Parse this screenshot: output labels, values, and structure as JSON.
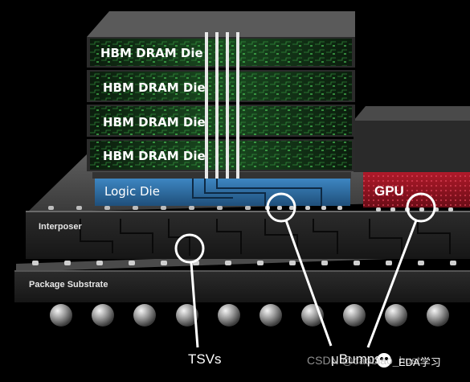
{
  "dies": [
    {
      "label": "HBM DRAM Die"
    },
    {
      "label": "HBM DRAM Die"
    },
    {
      "label": "HBM DRAM Die"
    },
    {
      "label": "HBM DRAM Die"
    }
  ],
  "logic_die": {
    "label": "Logic Die"
  },
  "gpu": {
    "label": "GPU"
  },
  "interposer": {
    "label": "Interposer"
  },
  "substrate": {
    "label": "Package Substrate"
  },
  "callouts": {
    "tsvs": "TSVs",
    "ubumps": "μBumps"
  },
  "watermark": {
    "csdn": "CSDN @caobiao_hust",
    "account": "EDA学习"
  },
  "colors": {
    "background": "#000000",
    "dram_die": "#0d2a12",
    "logic_die": "#2b6aa0",
    "gpu": "#8c1020",
    "callout": "#ffffff"
  }
}
